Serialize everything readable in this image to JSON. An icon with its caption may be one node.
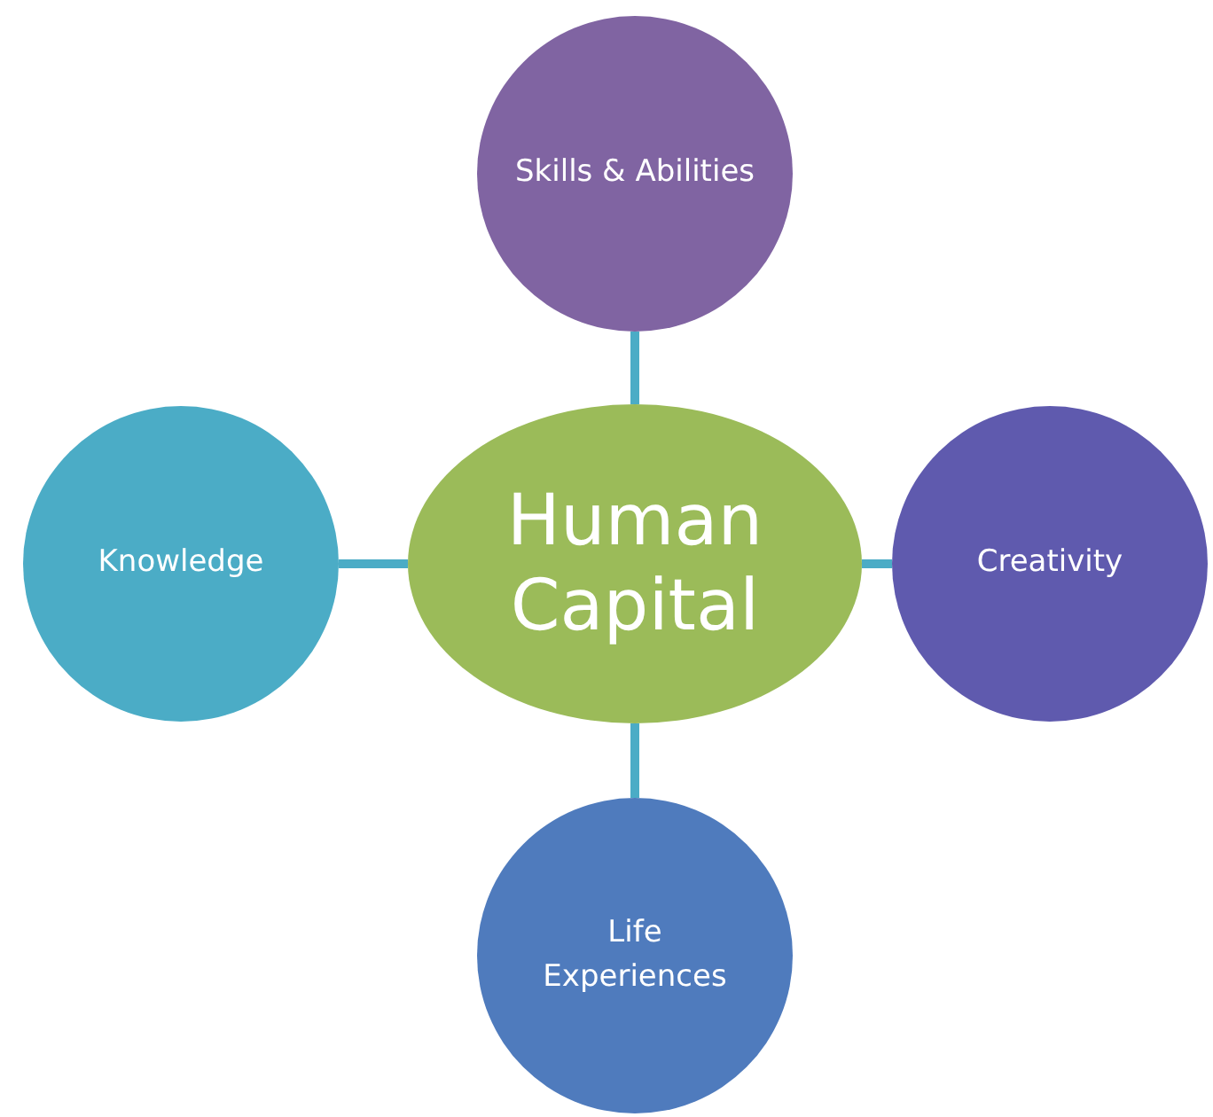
{
  "diagram": {
    "nodes": [
      {
        "text": [
          "Skills & Abilities"
        ]
      },
      {
        "text": [
          "Knowledge"
        ]
      },
      {
        "text": [
          "Human Capital"
        ]
      },
      {
        "text": [
          "Creativity"
        ]
      },
      {
        "text": [
          "Life Experiences"
        ]
      }
    ],
    "edges": [
      {
        "from": 2,
        "to": 0,
        "arrow": "none"
      },
      {
        "from": 2,
        "to": 1,
        "arrow": "none"
      },
      {
        "from": 2,
        "to": 3,
        "arrow": "none"
      },
      {
        "from": 2,
        "to": 4,
        "arrow": "none"
      }
    ]
  }
}
